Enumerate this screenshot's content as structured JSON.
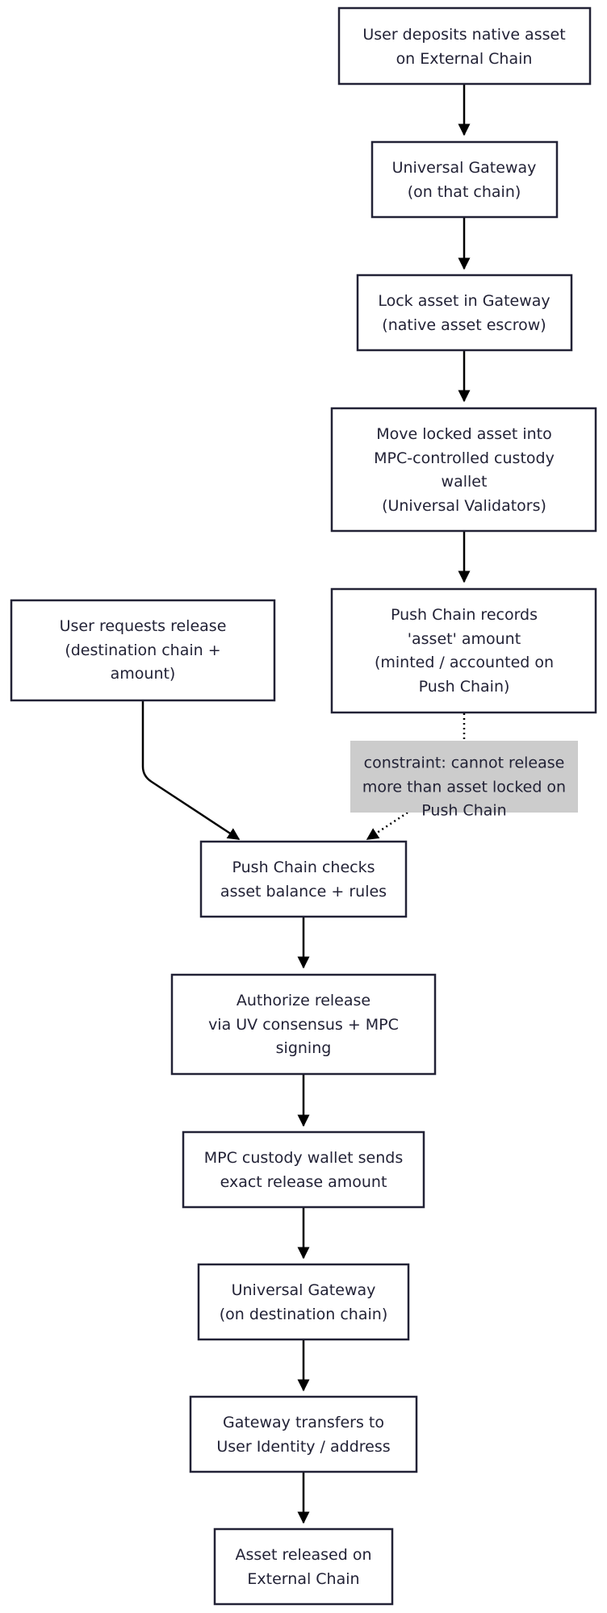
{
  "nodes": {
    "deposit": [
      "User deposits native asset",
      "on External Chain"
    ],
    "gateway_origin": [
      "Universal Gateway",
      "(on that chain)"
    ],
    "lock": [
      "Lock asset in Gateway",
      "(native asset escrow)"
    ],
    "move_custody": [
      "Move locked asset into",
      "MPC-controlled custody",
      "wallet",
      "(Universal Validators)"
    ],
    "records": [
      "Push Chain records",
      "'asset' amount",
      "(minted / accounted on",
      "Push Chain)"
    ],
    "request": [
      "User requests release",
      "(destination chain +",
      "amount)"
    ],
    "constraint": [
      "constraint: cannot release",
      "more than asset locked on",
      "Push Chain"
    ],
    "checks": [
      "Push Chain checks",
      "asset balance + rules"
    ],
    "authorize": [
      "Authorize release",
      "via UV consensus + MPC",
      "signing"
    ],
    "mpc_send": [
      "MPC custody wallet sends",
      "exact release amount"
    ],
    "gateway_dest": [
      "Universal Gateway",
      "(on destination chain)"
    ],
    "transfer": [
      "Gateway transfers to",
      "User Identity / address"
    ],
    "released": [
      "Asset released on",
      "External Chain"
    ]
  }
}
